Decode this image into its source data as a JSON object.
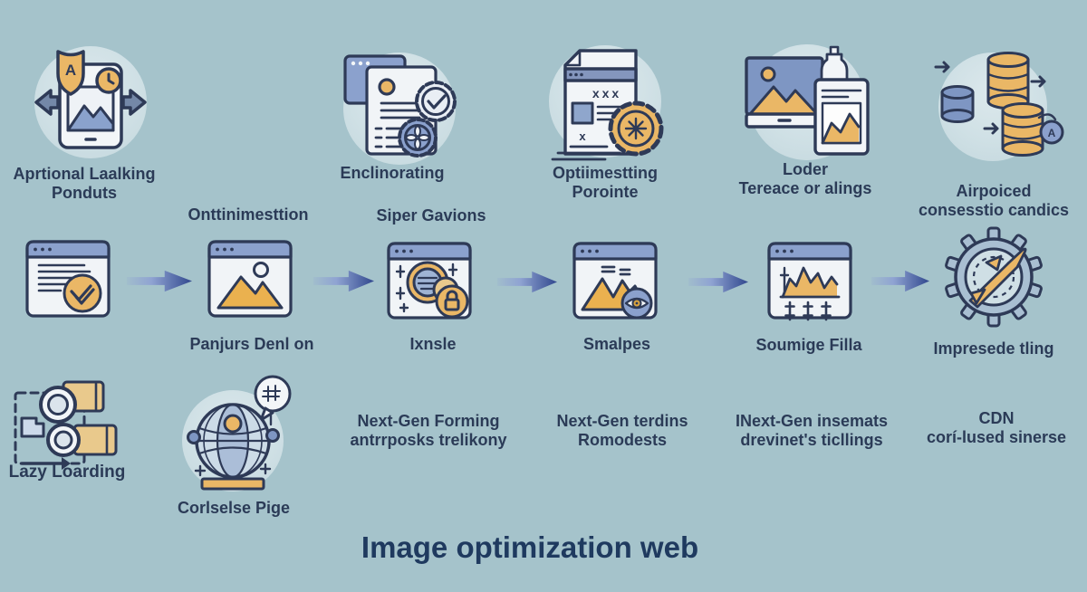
{
  "title": "Image optimization web",
  "colors": {
    "background": "#a5c3cb",
    "icon_circle": "#cfe0e5",
    "navy_outline": "#2e3a57",
    "label_text": "#2b3b57",
    "title_text": "#1f3a5f",
    "orange_accent": "#eab766",
    "tan_accent": "#e9c98c",
    "blue_accent": "#8ba1cd",
    "arrow_dark": "#31488e"
  },
  "top_row": [
    {
      "icon": "image-sync-shield-icon",
      "line1": "Aprtional Laalking",
      "line2": "Ponduts"
    },
    {
      "icon": "document-gears-icon",
      "line1": "Enclinorating",
      "line2": ""
    },
    {
      "icon": "webpage-badge-icon",
      "line1": "Optiimestting",
      "line2": "Porointe"
    },
    {
      "icon": "photo-report-bottle-icon",
      "line1": "Loder",
      "line2": "Tereace or alings"
    },
    {
      "icon": "database-transfer-icon",
      "line1": "Airpoiced",
      "line2": "consesstio candics"
    }
  ],
  "flow_row": {
    "label_above_step2": "Onttinimesttion",
    "label_above_step3": "Siper Gavions",
    "steps": [
      {
        "icon": "document-check-icon",
        "label": ""
      },
      {
        "icon": "image-window-icon",
        "label": "Panjurs Denl on"
      },
      {
        "icon": "magnifier-lock-icon",
        "label": "Ixnsle"
      },
      {
        "icon": "mountains-eye-icon",
        "label": "Smalpes"
      },
      {
        "icon": "chart-grid-icon",
        "label": "Soumige Filla"
      },
      {
        "icon": "gear-plane-icon",
        "label": "Impresede tling"
      }
    ]
  },
  "bottom_row": {
    "lazy_label": "Lazy Loarding",
    "globe_label": "Corlselse Pige",
    "texts": [
      {
        "line1": "Next-Gen Forming",
        "line2": "antrrposks trelikony"
      },
      {
        "line1": "Next-Gen terdins",
        "line2": "Romodests"
      },
      {
        "line1": "INext-Gen insemats",
        "line2": "drevinet's ticllings"
      },
      {
        "line1": "CDN",
        "line2": "corí-lused sinerse"
      }
    ]
  }
}
